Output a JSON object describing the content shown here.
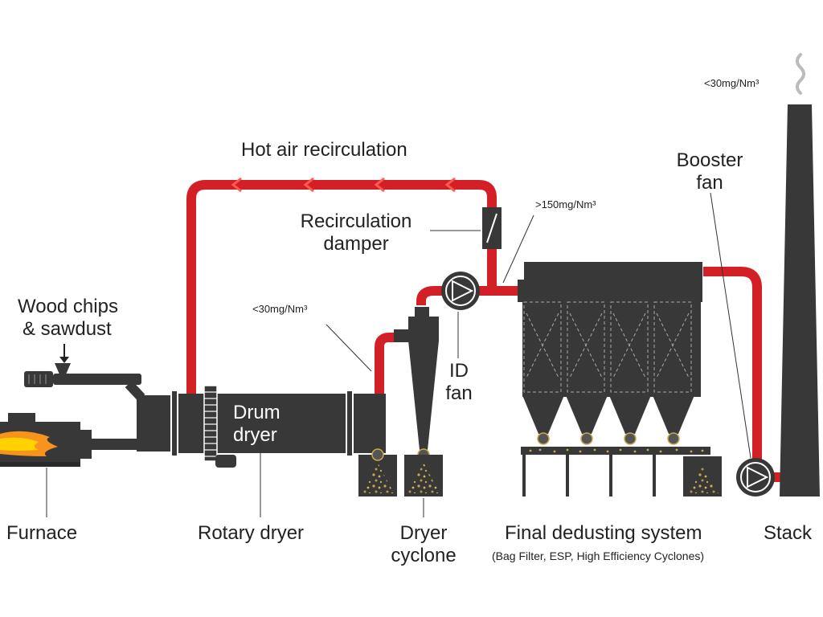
{
  "colors": {
    "machine": "#383838",
    "pipe": "#d32027",
    "flow_arrow": "#ff5a4f",
    "flame": "#f7941d",
    "flame_core": "#ffd200",
    "particles": "#c8a850",
    "text": "#222222",
    "leader": "#333333"
  },
  "labels": {
    "hot_air_recirculation": "Hot air recirculation",
    "recirculation_damper_line1": "Recirculation",
    "recirculation_damper_line2": "damper",
    "emission_dryer_outlet": "<30mg/Nm³",
    "emission_id_fan_outlet": ">150mg/Nm³",
    "emission_stack": "<30mg/Nm³",
    "wood_chips_line1": "Wood chips",
    "wood_chips_line2": "& sawdust",
    "drum_dryer_line1": "Drum",
    "drum_dryer_line2": "dryer",
    "id_fan_line1": "ID",
    "id_fan_line2": "fan",
    "booster_fan_line1": "Booster",
    "booster_fan_line2": "fan",
    "furnace": "Furnace",
    "rotary_dryer": "Rotary dryer",
    "dryer_cyclone_line1": "Dryer",
    "dryer_cyclone_line2": "cyclone",
    "final_dedusting": "Final dedusting system",
    "final_dedusting_sub": "(Bag Filter, ESP, High Efficiency Cyclones)",
    "stack": "Stack"
  },
  "icons": [
    "furnace-flame-icon",
    "screw-conveyor-icon",
    "hopper-icon",
    "fan-icon",
    "damper-icon",
    "smoke-icon",
    "flow-arrow-icon"
  ]
}
